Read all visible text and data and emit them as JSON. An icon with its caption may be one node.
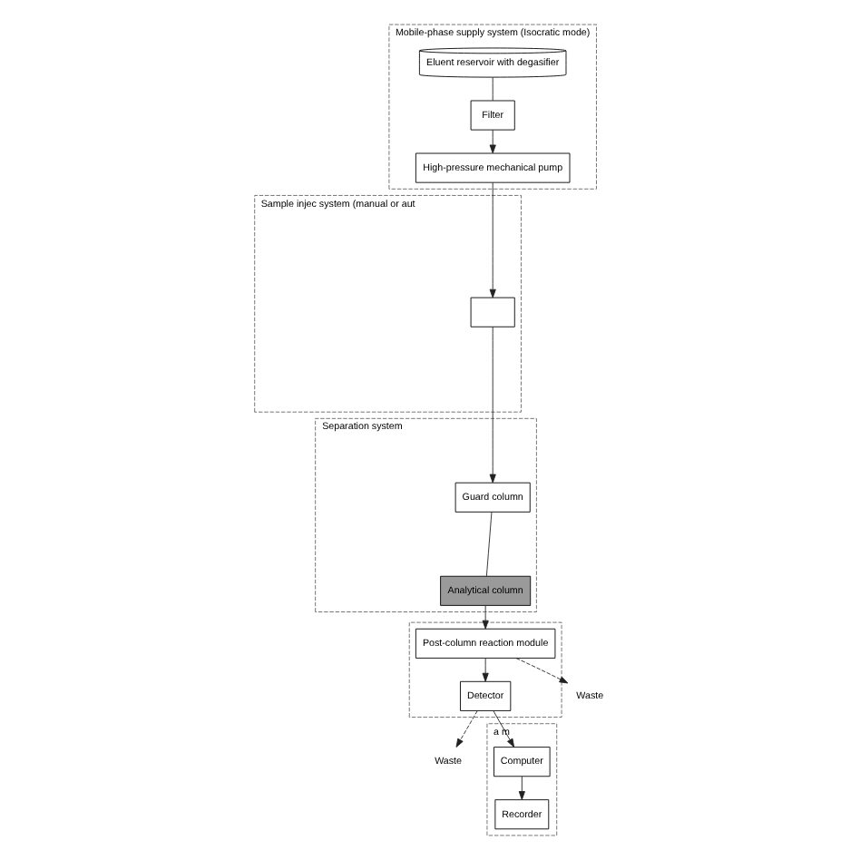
{
  "diagram": {
    "nodes": [
      {
        "text": [
          "Mobile-phase supply system (Isocratic mode)"
        ]
      },
      {
        "text": [
          "Eluent reservoir with degasifier"
        ],
        "in": 0
      },
      {
        "text": [
          "Filter"
        ],
        "in": 0
      },
      {
        "text": [
          "High-pressure mechanical pump"
        ],
        "in": 0
      },
      {
        "text": [
          "Sample injec system (manual or aut"
        ]
      },
      {
        "text": [],
        "shape": "box",
        "in": 4
      },
      {
        "text": [
          "Separation system"
        ]
      },
      {
        "text": [
          "Guard column"
        ],
        "in": 6
      },
      {
        "text": [
          "Analytical column"
        ],
        "in": 6
      },
      {
        "text": [],
        "shape": "box"
      },
      {
        "text": [
          "Detector"
        ],
        "in": 9
      },
      {
        "text": [
          "Post-column reaction module"
        ],
        "in": 9
      },
      {
        "text": [
          "Waste"
        ]
      },
      {
        "text": [
          "Waste"
        ]
      },
      {
        "text": [
          "a m"
        ]
      },
      {
        "text": [
          "Computer"
        ],
        "in": 14
      },
      {
        "text": [
          "Recorder"
        ],
        "in": 14
      }
    ],
    "edges": [
      {
        "from": 1,
        "to": 2,
        "arrow": "none"
      },
      {
        "from": 2,
        "to": 3,
        "arrow": "to"
      },
      {
        "from": 3,
        "to": 5,
        "arrow": "to"
      },
      {
        "from": 5,
        "to": 7,
        "arrow": "to"
      },
      {
        "from": 7,
        "to": 8,
        "arrow": "none"
      },
      {
        "from": 8,
        "to": 11,
        "arrow": "to"
      },
      {
        "from": 11,
        "to": 10,
        "arrow": "to"
      },
      {
        "from": 10,
        "to": 15,
        "arrow": "to"
      },
      {
        "from": 15,
        "to": 16,
        "arrow": "to"
      },
      {
        "from": 10,
        "to": 12,
        "arrow": "to",
        "style": "dashed"
      },
      {
        "from": 11,
        "to": 13,
        "arrow": "to",
        "style": "dashed"
      }
    ]
  }
}
